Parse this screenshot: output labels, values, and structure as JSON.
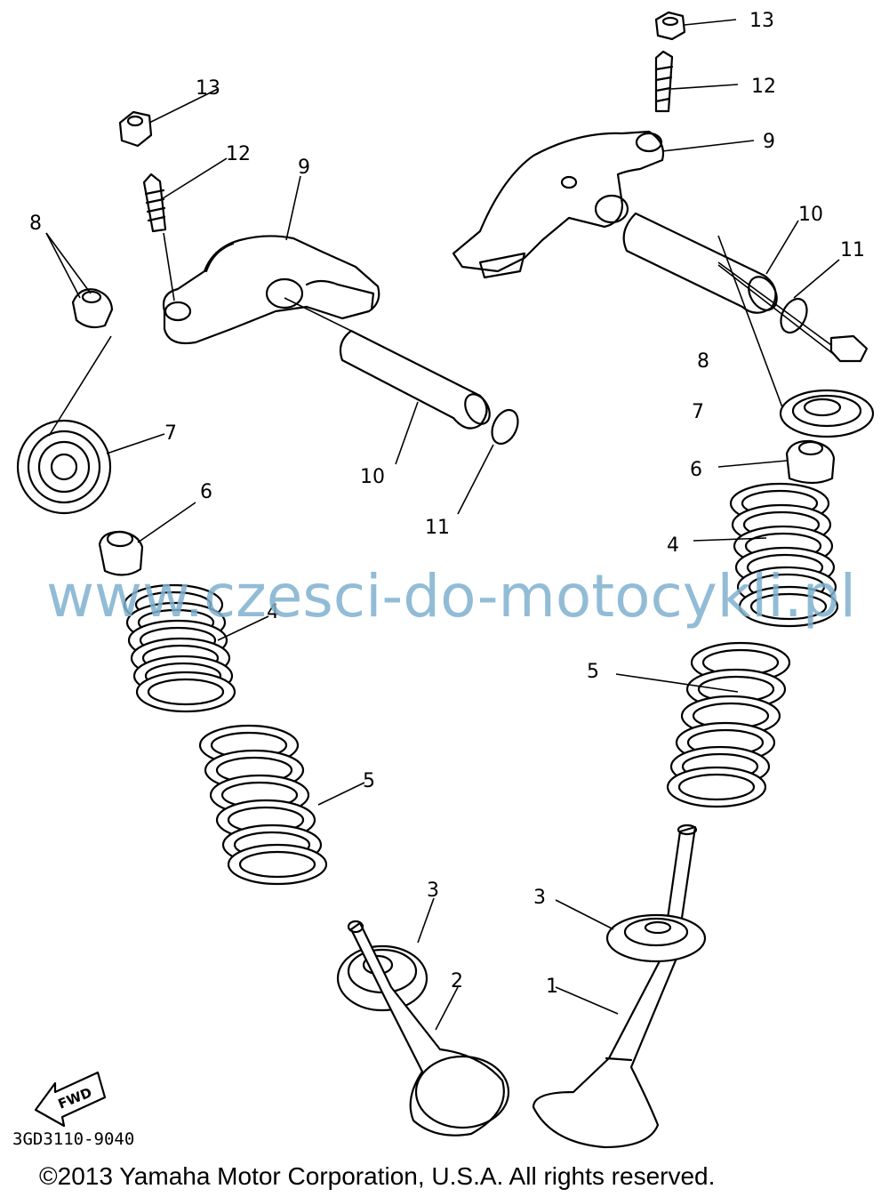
{
  "diagram": {
    "labels": {
      "n1": "1",
      "n2": "2",
      "n3_left": "3",
      "n3_right": "3",
      "n4_left": "4",
      "n4_right": "4",
      "n5_left": "5",
      "n5_right": "5",
      "n6_left": "6",
      "n6_right": "6",
      "n7_left": "7",
      "n7_right": "7",
      "n8_left": "8",
      "n8_right": "8",
      "n9_left": "9",
      "n9_right": "9",
      "n10_left": "10",
      "n10_right": "10",
      "n11_left": "11",
      "n11_right": "11",
      "n12_left": "12",
      "n12_right": "12",
      "n13_left": "13",
      "n13_right": "13"
    },
    "fwd_label": "FWD",
    "watermark": "www.czesci-do-motocykli.pl",
    "part_code": "3GD3110-9040",
    "copyright": "©2013 Yamaha Motor Corporation, U.S.A. All rights reserved."
  }
}
